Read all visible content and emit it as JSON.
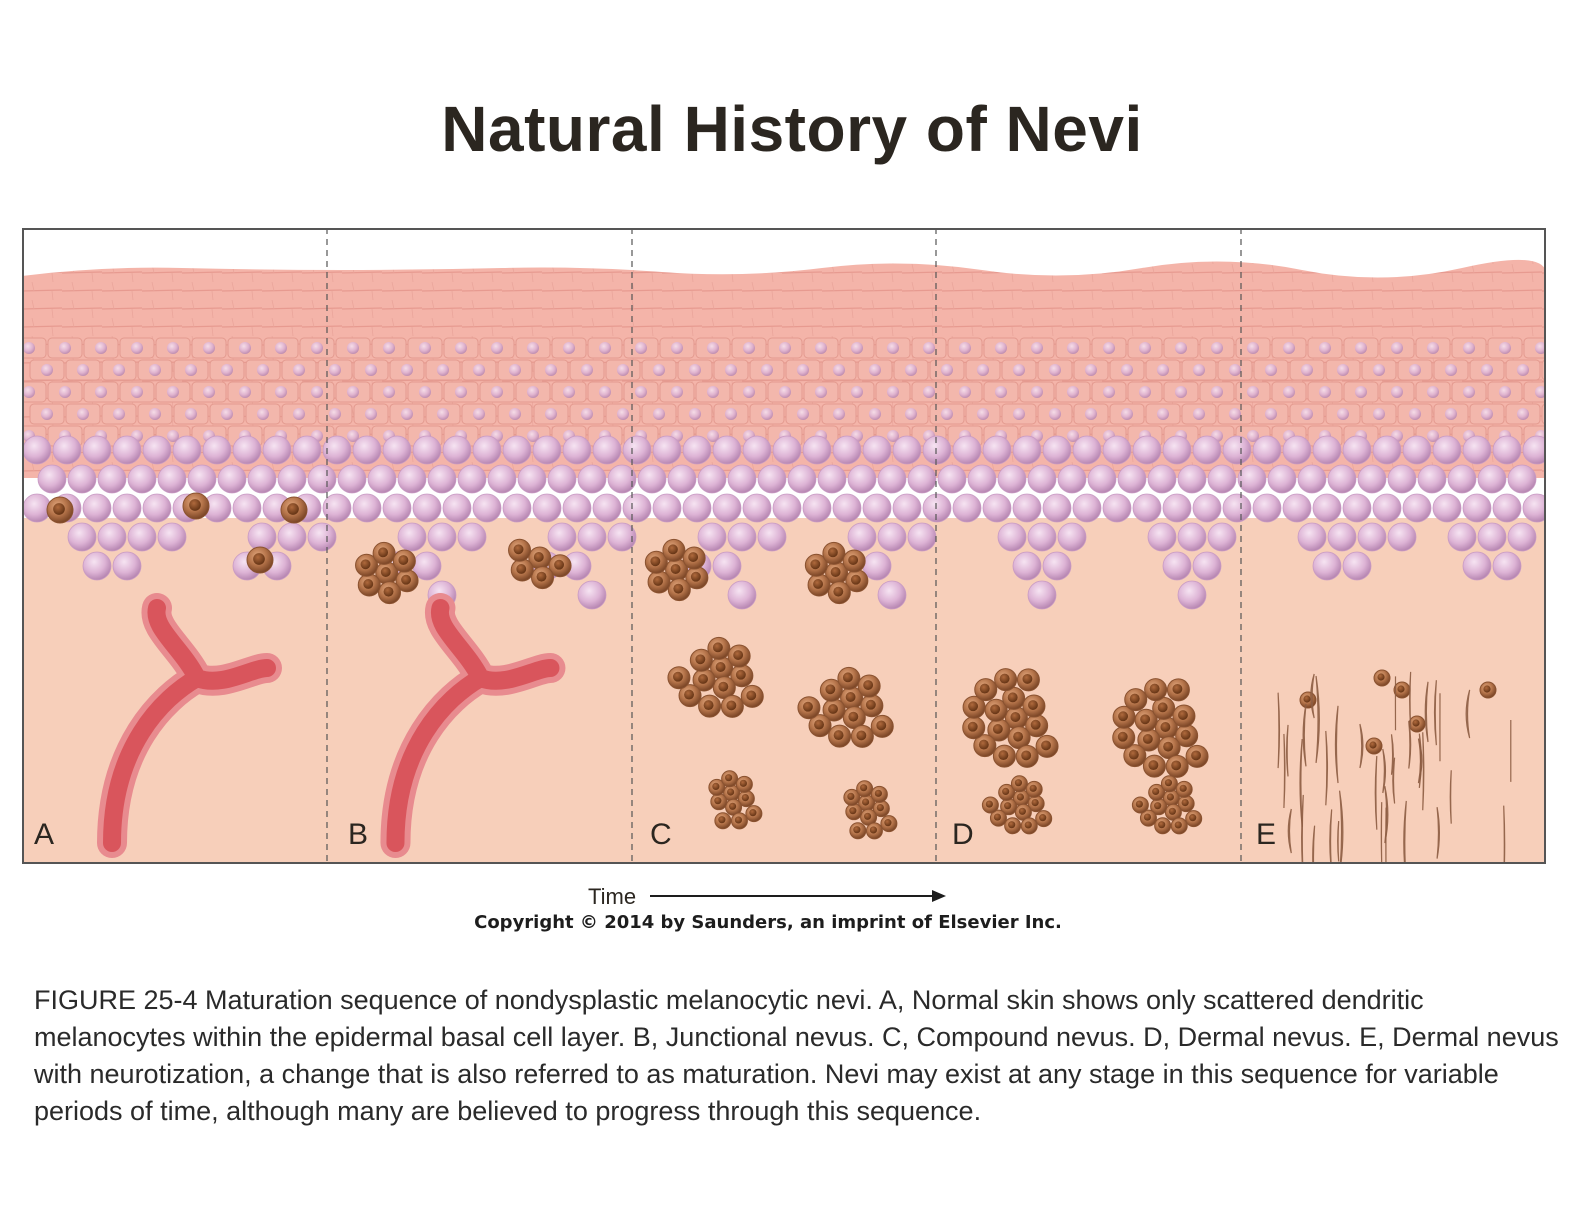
{
  "title": "Natural History of Nevi",
  "panels": [
    {
      "letter": "A"
    },
    {
      "letter": "B"
    },
    {
      "letter": "C"
    },
    {
      "letter": "D"
    },
    {
      "letter": "E"
    }
  ],
  "time_label": "Time",
  "copyright": "Copyright ©  2014 by Saunders, an imprint of Elsevier Inc.",
  "caption": "FIGURE 25-4 Maturation sequence of nondysplastic melanocytic nevi. A, Normal skin shows only scattered dendritic melanocytes within the epidermal basal cell layer. B, Junctional nevus. C, Compound nevus. D, Dermal nevus. E, Dermal nevus with neurotization, a change that is also referred to as maturation. Nevi may exist at any stage in this sequence for variable periods of time, although many are believed to progress through this sequence.",
  "colors": {
    "dermis": "#f7cfba",
    "epidermis": "#f4b2a8",
    "keratinocyte": "#e7c0dc",
    "nevus_cell": "#b5744a",
    "vessel": "#d9555c"
  }
}
